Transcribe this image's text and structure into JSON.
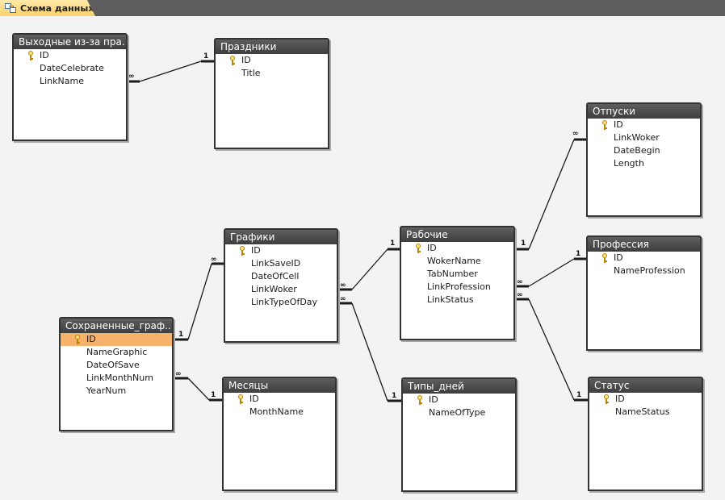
{
  "tab": {
    "title": "Схема данных"
  },
  "tables": {
    "vykhodnye": {
      "title": "Выходные из-за пра...",
      "fields": [
        "ID",
        "DateCelebrate",
        "LinkName"
      ]
    },
    "prazdniki": {
      "title": "Праздники",
      "fields": [
        "ID",
        "Title"
      ]
    },
    "otpuski": {
      "title": "Отпуски",
      "fields": [
        "ID",
        "LinkWoker",
        "DateBegin",
        "Length"
      ]
    },
    "rabochie": {
      "title": "Рабочие",
      "fields": [
        "ID",
        "WokerName",
        "TabNumber",
        "LinkProfession",
        "LinkStatus"
      ]
    },
    "professiya": {
      "title": "Профессия",
      "fields": [
        "ID",
        "NameProfession"
      ]
    },
    "grafiki": {
      "title": "Графики",
      "fields": [
        "ID",
        "LinkSaveID",
        "DateOfCell",
        "LinkWoker",
        "LinkTypeOfDay"
      ]
    },
    "sokhranennye": {
      "title": "Сохраненные_граф...",
      "fields": [
        "ID",
        "NameGraphic",
        "DateOfSave",
        "LinkMonthNum",
        "YearNum"
      ]
    },
    "mesyatsy": {
      "title": "Месяцы",
      "fields": [
        "ID",
        "MonthName"
      ]
    },
    "tipy_dnei": {
      "title": "Типы_дней",
      "fields": [
        "ID",
        "NameOfType"
      ]
    },
    "status": {
      "title": "Статус",
      "fields": [
        "ID",
        "NameStatus"
      ]
    }
  },
  "cardinality": {
    "one": "1",
    "many": "∞"
  },
  "colors": {
    "title_bar": "#4a4a4a",
    "selected_row": "#f6b26b",
    "canvas": "#f3f3f3"
  }
}
